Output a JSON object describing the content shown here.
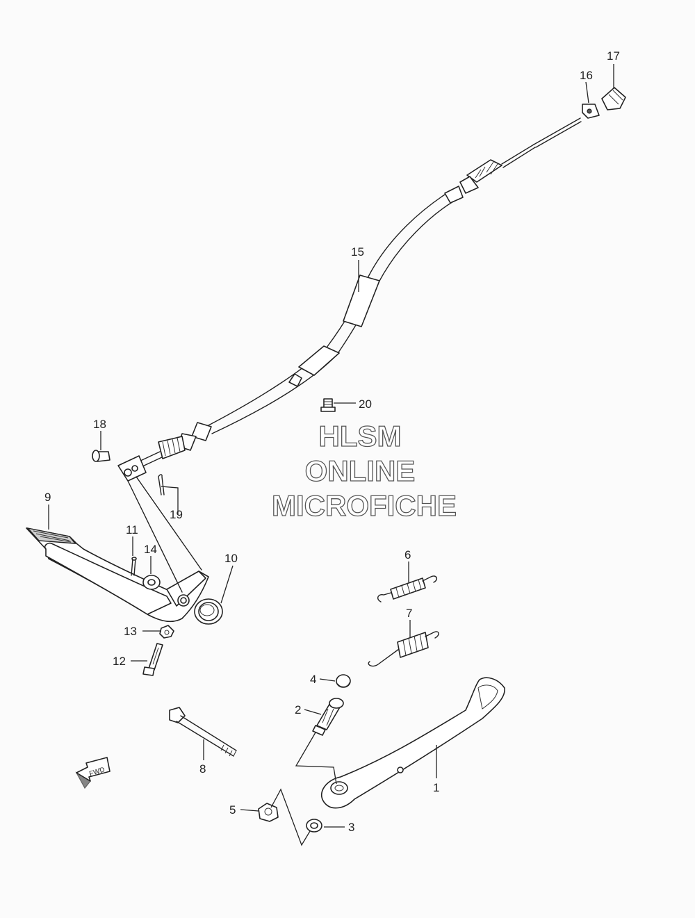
{
  "watermark": {
    "line1": "HLSM",
    "line2": "ONLINE",
    "line3": "MICROFICHE"
  },
  "direction_arrow": {
    "label": "FWD",
    "icon": "fwd-arrow-icon"
  },
  "callouts": {
    "c1": "1",
    "c2": "2",
    "c3": "3",
    "c4": "4",
    "c5": "5",
    "c6": "6",
    "c7": "7",
    "c8": "8",
    "c9": "9",
    "c10": "10",
    "c11": "11",
    "c12": "12",
    "c13": "13",
    "c14": "14",
    "c15": "15",
    "c16": "16",
    "c17": "17",
    "c18": "18",
    "c19": "19",
    "c20": "20"
  },
  "colors": {
    "background": "#fbfbfb",
    "line": "#222222",
    "watermark_outline": "#555555"
  }
}
